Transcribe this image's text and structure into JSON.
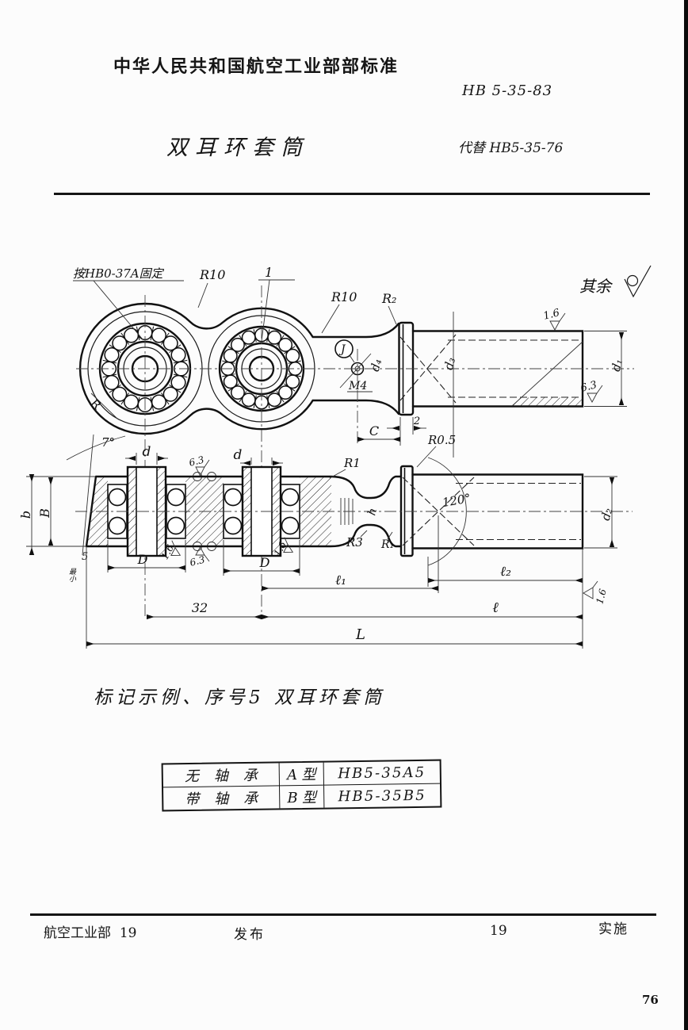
{
  "header": {
    "org": "中华人民共和国航空工业部部标准",
    "code": "HB 5-35-83",
    "title": "双耳环套筒",
    "replaces": "代替 HB5-35-76"
  },
  "drawing": {
    "labels": {
      "fix_note": "按HB0-37A固定",
      "r_lobe": "R",
      "r10_1": "R10",
      "ref1": "1",
      "r10_2": "R10",
      "r2": "R₂",
      "rest_note": "其余",
      "f16_top": "1.6",
      "j": "J",
      "m4": "M4",
      "d4": "d₄",
      "d3": "d₃",
      "d1": "d₁",
      "f63_right": "6.3",
      "dim2": "2",
      "dimC": "C",
      "r05": "R0.5",
      "angle7": "7°",
      "d_left": "d",
      "d_right": "d",
      "f63_web_top": "6.3",
      "f63_web_bot": "6.3",
      "f16_bore_l": "1.6",
      "f16_bore_r": "1.6",
      "b_small": "b",
      "b_cap": "B",
      "s5": "5",
      "s5_min": "最小",
      "D_left": "D",
      "D_right": "D",
      "r1_top": "R1",
      "r3": "R3",
      "r1_bot": "R₁",
      "h": "h",
      "angle120": "120°",
      "d2": "d₂",
      "l1": "ℓ₁",
      "l2": "ℓ₂",
      "n32": "32",
      "l_total": "ℓ",
      "L_total": "L",
      "f16_end": "1.6"
    }
  },
  "example_note": "标记示例、序号5 双耳环套筒",
  "table": {
    "rows": [
      {
        "bearing": "无轴承",
        "type": "A型",
        "code": "HB5-35A5"
      },
      {
        "bearing": "带轴承",
        "type": "B型",
        "code": "HB5-35B5"
      }
    ]
  },
  "footer": {
    "issuer": "航空工业部",
    "issue_year": "19",
    "issue_action": "发布",
    "impl_year": "19",
    "impl_action": "实施"
  },
  "page_number": "76"
}
